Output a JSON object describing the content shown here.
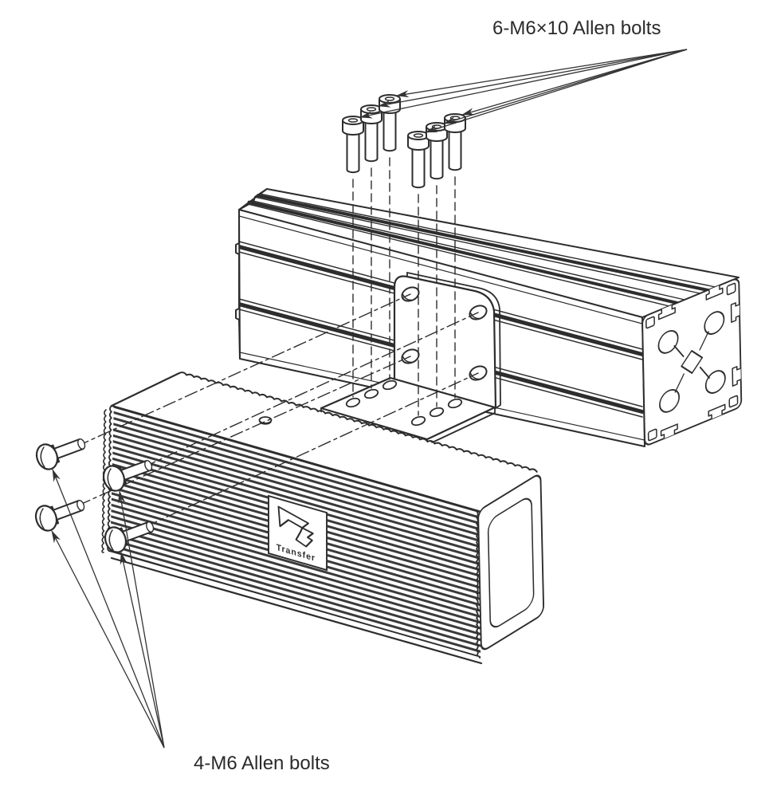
{
  "diagram": {
    "labels": {
      "top_bolts": "6-M6×10 Allen bolts",
      "bottom_bolts": "4-M6 Allen bolts"
    },
    "logo": {
      "text": "Transfer"
    },
    "colors": {
      "line": "#2d2d2d",
      "fin": "#3a3a3a",
      "text": "#2b2b2b",
      "background": "#ffffff"
    }
  }
}
